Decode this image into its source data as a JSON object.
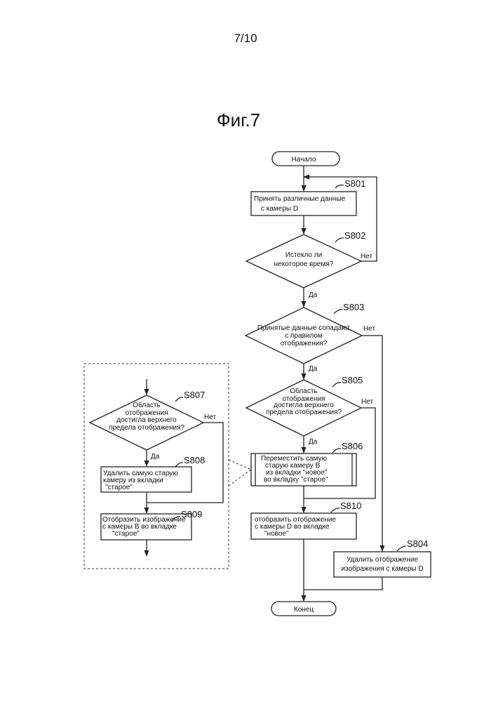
{
  "page_number": "7/10",
  "figure_title": "Фиг.7",
  "nodes": {
    "start": "Начало",
    "end": "Конец",
    "s801": {
      "label": "S801",
      "lines": [
        "Принять различные данные",
        "с камеры D"
      ]
    },
    "s802": {
      "label": "S802",
      "lines": [
        "Истекло ли",
        "некоторое время?"
      ]
    },
    "s803": {
      "label": "S803",
      "lines": [
        "Принятые данные сопадают",
        "с правилом",
        "отображения?"
      ]
    },
    "s805": {
      "label": "S805",
      "lines": [
        "Область",
        "отображения",
        "достигла верхнего",
        "предела отображения?"
      ]
    },
    "s806": {
      "label": "S806",
      "lines": [
        "Переместить самую",
        "старую камеру B",
        "из вкладки \"новое\"",
        "во вкладку \"старое\""
      ]
    },
    "s810": {
      "label": "S810",
      "lines": [
        "отобразить отображение",
        "с камеры D во вкладке",
        "\"новое\""
      ]
    },
    "s804": {
      "label": "S804",
      "lines": [
        "Удалить отображение",
        "изображения с камеры D"
      ]
    },
    "s807": {
      "label": "S807",
      "lines": [
        "Область",
        "отображения",
        "достигла верхнего",
        "предела отображения?"
      ]
    },
    "s808": {
      "label": "S808",
      "lines": [
        "Удалить самую старую",
        "камеру из вкладки",
        "\"старое\""
      ]
    },
    "s809": {
      "label": "S809",
      "lines": [
        "Отобразить изображение",
        "с камеры B во вкладке",
        "\"старое\""
      ]
    }
  },
  "edge_labels": {
    "yes": "Да",
    "no": "Нет"
  }
}
